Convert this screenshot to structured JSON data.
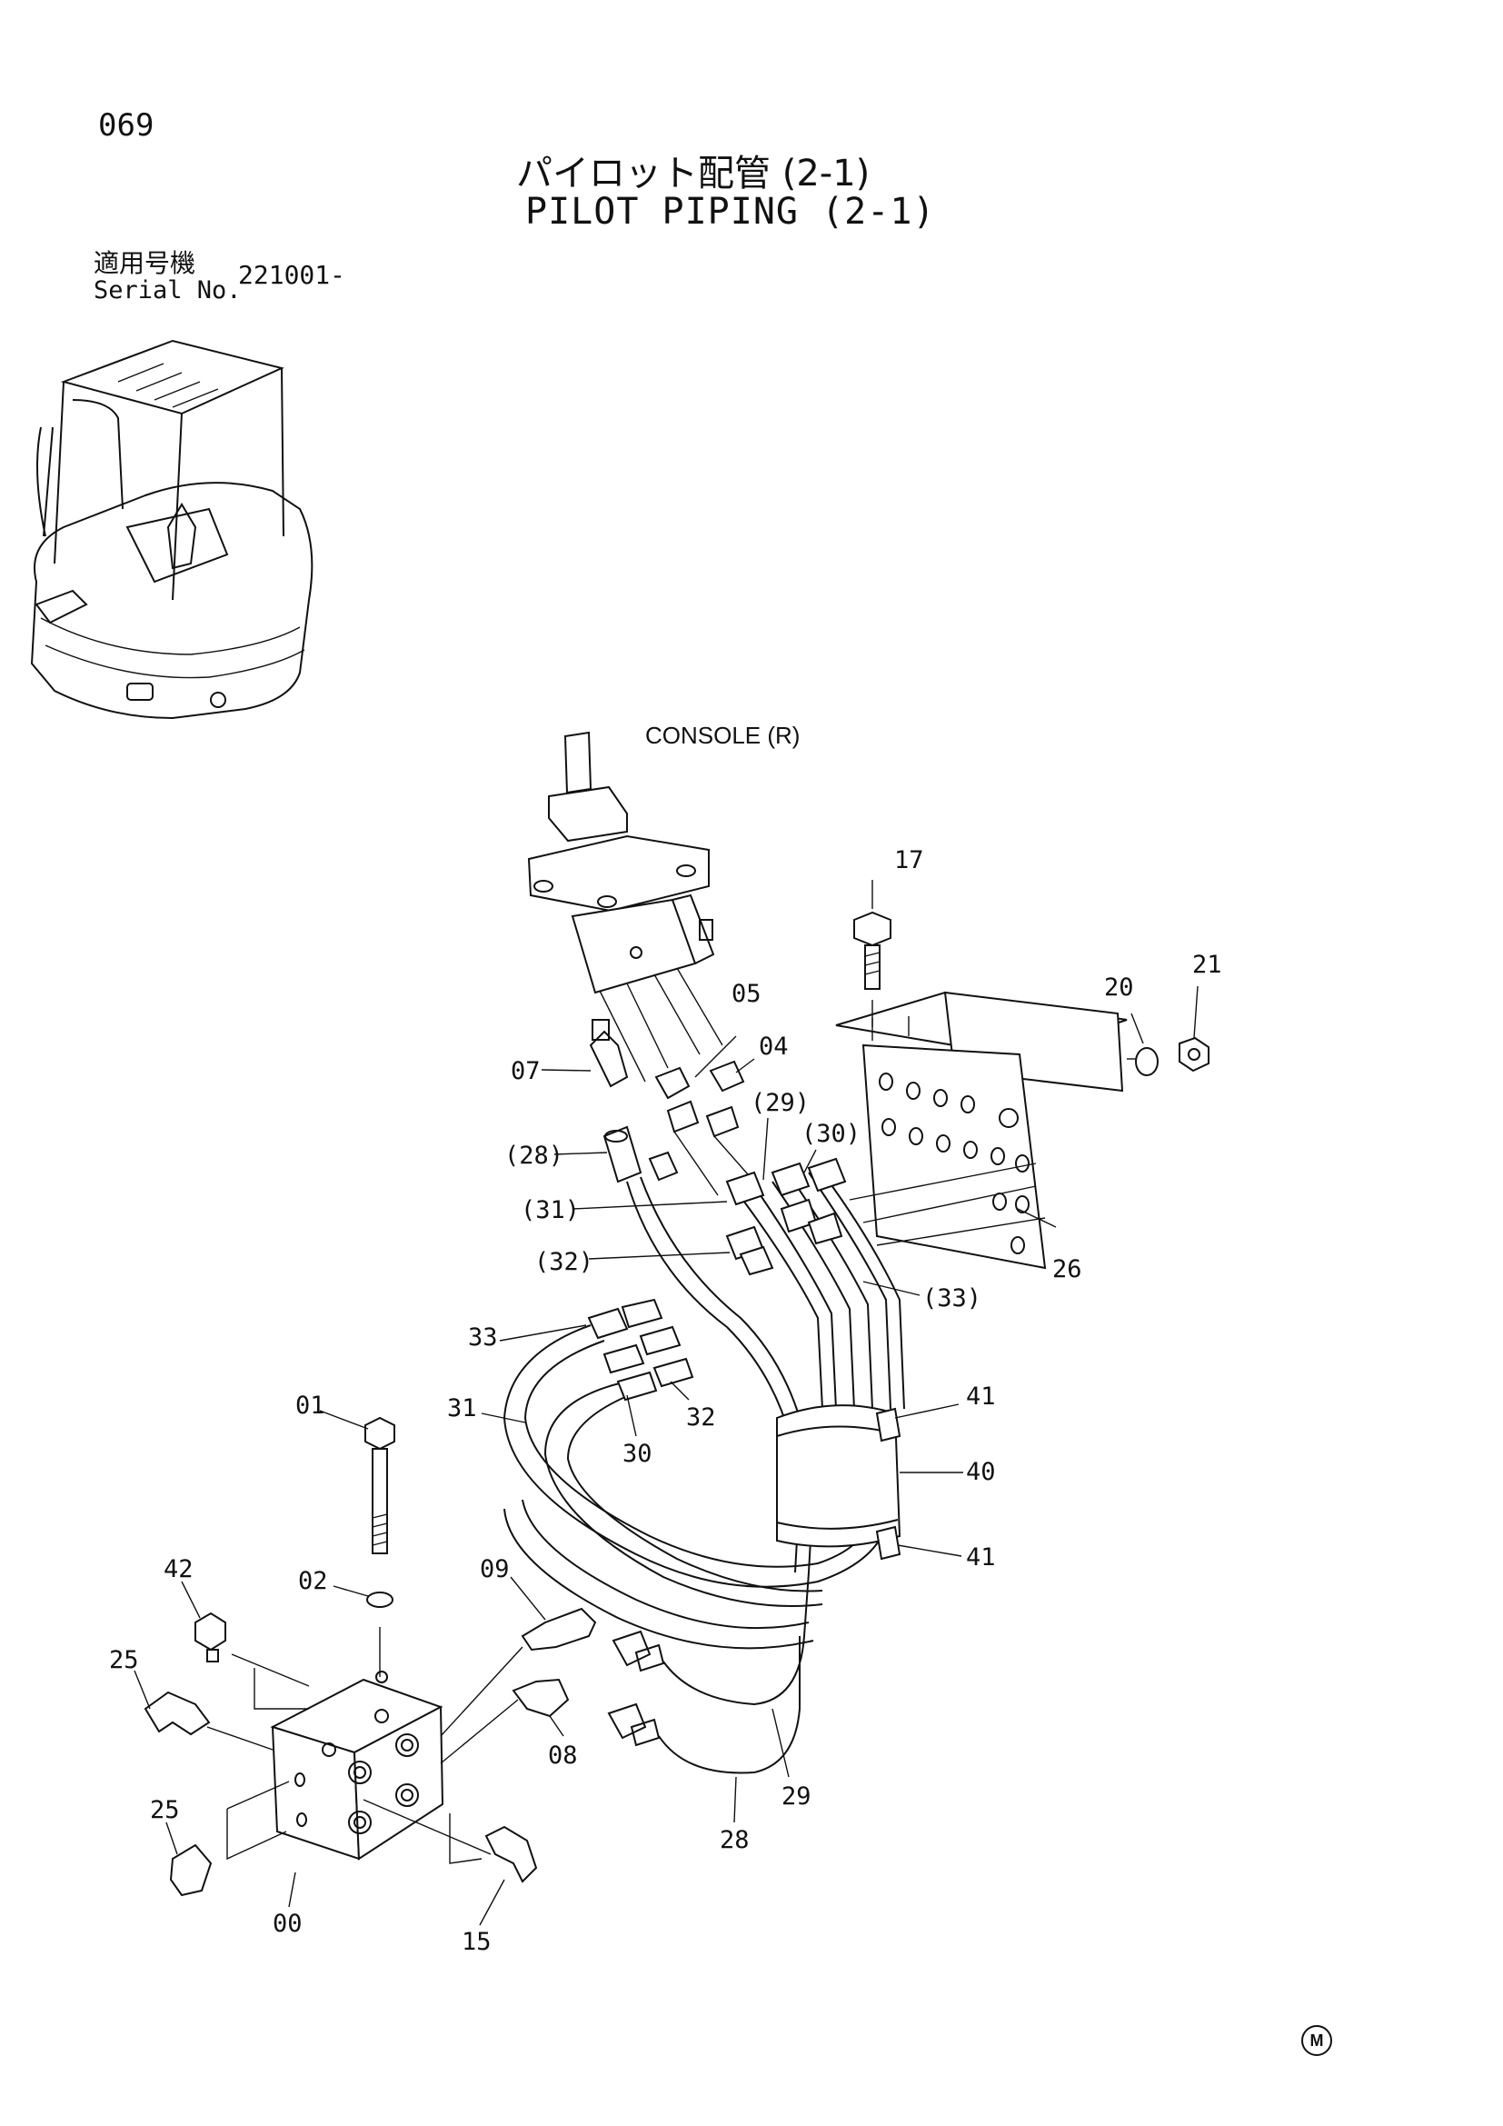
{
  "header": {
    "page_number": "069",
    "title_ja": "パイロット配管 (2-1)",
    "title_en": "PILOT PIPING (2-1)",
    "serial_label_ja": "適用号機",
    "serial_label_en": "Serial No.",
    "serial_value": "221001-"
  },
  "diagram": {
    "console_label": "CONSOLE (R)",
    "callouts": {
      "c17": "17",
      "c20": "20",
      "c21": "21",
      "c05": "05",
      "c04": "04",
      "c07": "07",
      "c29p": "(29)",
      "c30p": "(30)",
      "c28p": "(28)",
      "c31p": "(31)",
      "c32p": "(32)",
      "c26": "26",
      "c33p": "(33)",
      "c33": "33",
      "c31": "31",
      "c32": "32",
      "c30": "30",
      "c41a": "41",
      "c40": "40",
      "c41b": "41",
      "c01": "01",
      "c02": "02",
      "c09": "09",
      "c42": "42",
      "c25a": "25",
      "c25b": "25",
      "c08": "08",
      "c29": "29",
      "c28": "28",
      "c00": "00",
      "c15": "15"
    },
    "footer_mark": "M"
  }
}
